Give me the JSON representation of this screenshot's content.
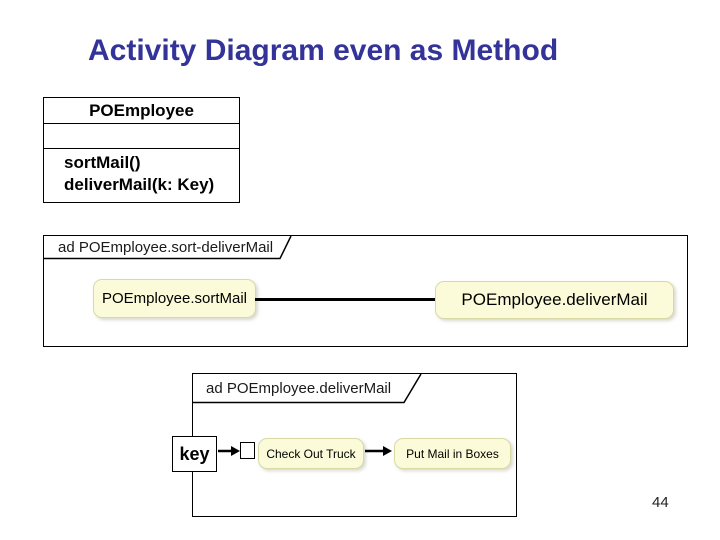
{
  "slide": {
    "title": "Activity Diagram even as Method",
    "page_number": "44"
  },
  "colors": {
    "title_text": "#333399",
    "activity_fill": "#FBFBD9",
    "activity_border": "#D9D9A6",
    "outline": "#000000",
    "background": "#FFFFFF"
  },
  "class_box": {
    "name": "POEmployee",
    "attributes": "",
    "operations": [
      "sortMail()",
      "deliverMail(k: Key)"
    ]
  },
  "frames": {
    "sort_deliver": {
      "label": "ad POEmployee.sort-deliverMail",
      "activities": [
        "POEmployee.sortMail",
        "POEmployee.deliverMail"
      ]
    },
    "deliver": {
      "label": "ad POEmployee.deliverMail",
      "key_label": "key",
      "activities": [
        "Check Out Truck",
        "Put Mail in Boxes"
      ]
    }
  }
}
